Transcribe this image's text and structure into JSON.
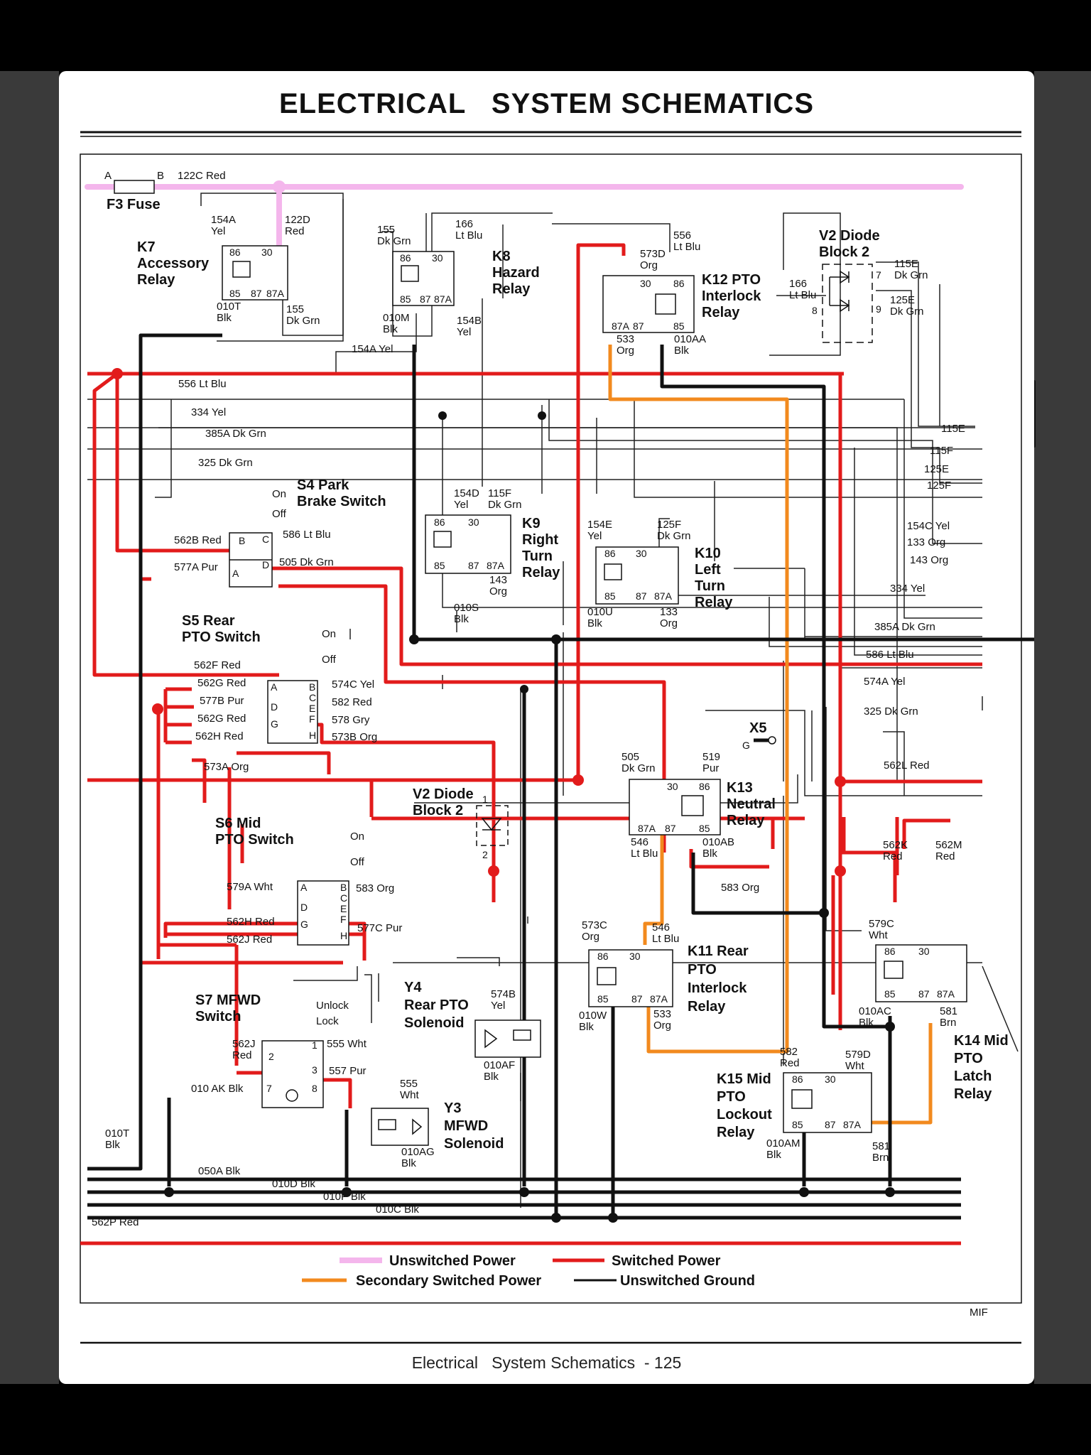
{
  "page": {
    "title": "ELECTRICAL   SYSTEM SCHEMATICS",
    "footer": "Electrical   System Schematics  - 125",
    "mark": "MIF"
  },
  "colors": {
    "unswitched_power": "#f4b6ec",
    "switched_power": "#e21b1b",
    "secondary_switched_power": "#f28a1e",
    "unswitched_ground": "#111111"
  },
  "legend": {
    "unswitched_power": "Unswitched Power",
    "switched_power": "Switched Power",
    "secondary_switched_power": "Secondary Switched Power",
    "unswitched_ground": "Unswitched Ground"
  },
  "components": {
    "f3": {
      "name": "F3 Fuse",
      "pin_a": "A",
      "pin_b": "B"
    },
    "k7": {
      "name": [
        "K7",
        "Accessory",
        "Relay"
      ],
      "pins": [
        "86",
        "30",
        "85",
        "87",
        "87A"
      ]
    },
    "k8": {
      "name": [
        "K8",
        "Hazard",
        "Relay"
      ],
      "pins": [
        "86",
        "30",
        "85",
        "87",
        "87A"
      ]
    },
    "k12": {
      "name": [
        "K12 PTO",
        "Interlock",
        "Relay"
      ],
      "pins": [
        "30",
        "86",
        "87A",
        "87",
        "85"
      ]
    },
    "v2_top": {
      "name": [
        "V2 Diode",
        "Block 2"
      ],
      "pins": [
        "7",
        "8",
        "9"
      ]
    },
    "s4": {
      "name": [
        "S4 Park",
        "Brake Switch"
      ],
      "on": "On",
      "off": "Off",
      "pins": [
        "B",
        "C",
        "A",
        "D"
      ]
    },
    "k9": {
      "name": [
        "K9",
        "Right",
        "Turn",
        "Relay"
      ],
      "pins": [
        "86",
        "30",
        "85",
        "87",
        "87A"
      ]
    },
    "k10": {
      "name": [
        "K10",
        "Left",
        "Turn",
        "Relay"
      ],
      "pins": [
        "86",
        "30",
        "85",
        "87",
        "87A"
      ]
    },
    "s5": {
      "name": [
        "S5 Rear",
        "PTO Switch"
      ],
      "on": "On",
      "off": "Off",
      "pins": [
        "A",
        "B",
        "C",
        "D",
        "E",
        "F",
        "G",
        "H"
      ]
    },
    "x5": {
      "name": "X5",
      "pin": "G"
    },
    "k13": {
      "name": [
        "K13",
        "Neutral",
        "Relay"
      ],
      "pins": [
        "30",
        "86",
        "87A",
        "87",
        "85"
      ]
    },
    "v2_mid": {
      "name": [
        "V2 Diode",
        "Block 2"
      ],
      "pins": [
        "1",
        "2"
      ]
    },
    "s6": {
      "name": [
        "S6 Mid",
        "PTO Switch"
      ],
      "on": "On",
      "off": "Off",
      "pins": [
        "A",
        "B",
        "C",
        "D",
        "E",
        "F",
        "G",
        "H"
      ]
    },
    "k11": {
      "name": [
        "K11 Rear",
        "PTO",
        "Interlock",
        "Relay"
      ],
      "pins": [
        "86",
        "30",
        "85",
        "87",
        "87A"
      ]
    },
    "k14": {
      "name": [
        "K14 Mid",
        "PTO",
        "Latch",
        "Relay"
      ],
      "pins": [
        "86",
        "30",
        "85",
        "87",
        "87A"
      ]
    },
    "s7": {
      "name": [
        "S7 MFWD",
        "Switch"
      ],
      "unlock": "Unlock",
      "lock": "Lock",
      "pins": [
        "1",
        "2",
        "3",
        "7",
        "8"
      ]
    },
    "y4": {
      "name": [
        "Y4",
        "Rear PTO",
        "Solenoid"
      ]
    },
    "y3": {
      "name": [
        "Y3",
        "MFWD",
        "Solenoid"
      ]
    },
    "k15": {
      "name": [
        "K15 Mid",
        "PTO",
        "Lockout",
        "Relay"
      ],
      "pins": [
        "86",
        "30",
        "85",
        "87",
        "87A"
      ]
    }
  },
  "wires": [
    "122C Red",
    "154A",
    "Yel",
    "122D",
    "Red",
    "155",
    "Dk Grn",
    "166",
    "Lt Blu",
    "556",
    "Lt Blu",
    "573D",
    "Org",
    "166",
    "Lt Blu",
    "115E",
    "Dk Grn",
    "125E",
    "Dk Grn",
    "010T",
    "Blk",
    "155",
    "Dk Grn",
    "010M",
    "Blk",
    "154B",
    "Yel",
    "154A Yel",
    "533",
    "Org",
    "010AA",
    "Blk",
    "556 Lt Blu",
    "334 Yel",
    "385A Dk Grn",
    "325 Dk Grn",
    "115E",
    "115F",
    "125E",
    "125F",
    "154D",
    "Yel",
    "115F",
    "Dk Grn",
    "562B Red",
    "586 Lt Blu",
    "577A Pur",
    "505 Dk Grn",
    "154E",
    "Yel",
    "125F",
    "Dk Grn",
    "154C Yel",
    "133 Org",
    "143 Org",
    "143",
    "Org",
    "334 Yel",
    "010S",
    "Blk",
    "010U",
    "Blk",
    "133",
    "Org",
    "385A Dk Grn",
    "586 Lt Blu",
    "562F Red",
    "562G Red",
    "577B Pur",
    "562G Red",
    "562H Red",
    "574C Yel",
    "582 Red",
    "578 Gry",
    "573B Org",
    "574A Yel",
    "325 Dk Grn",
    "573A Org",
    "505",
    "Dk Grn",
    "519",
    "Pur",
    "562L Red",
    "546",
    "Lt Blu",
    "010AB",
    "Blk",
    "562K",
    "Red",
    "562M",
    "Red",
    "579A Wht",
    "583 Org",
    "583 Org",
    "562H Red",
    "562J Red",
    "577C Pur",
    "573C",
    "Org",
    "546",
    "Lt Blu",
    "579C",
    "Wht",
    "574B",
    "Yel",
    "010AF",
    "Blk",
    "010W",
    "Blk",
    "533",
    "Org",
    "010AC",
    "Blk",
    "581",
    "Brn",
    "562J",
    "Red",
    "555 Wht",
    "557 Pur",
    "010 AK Blk",
    "555",
    "Wht",
    "582",
    "Red",
    "579D",
    "Wht",
    "010T",
    "Blk",
    "010AG",
    "Blk",
    "010AM",
    "Blk",
    "581",
    "Brn",
    "050A Blk",
    "010D Blk",
    "010P Blk",
    "010C Blk",
    "562P Red"
  ]
}
